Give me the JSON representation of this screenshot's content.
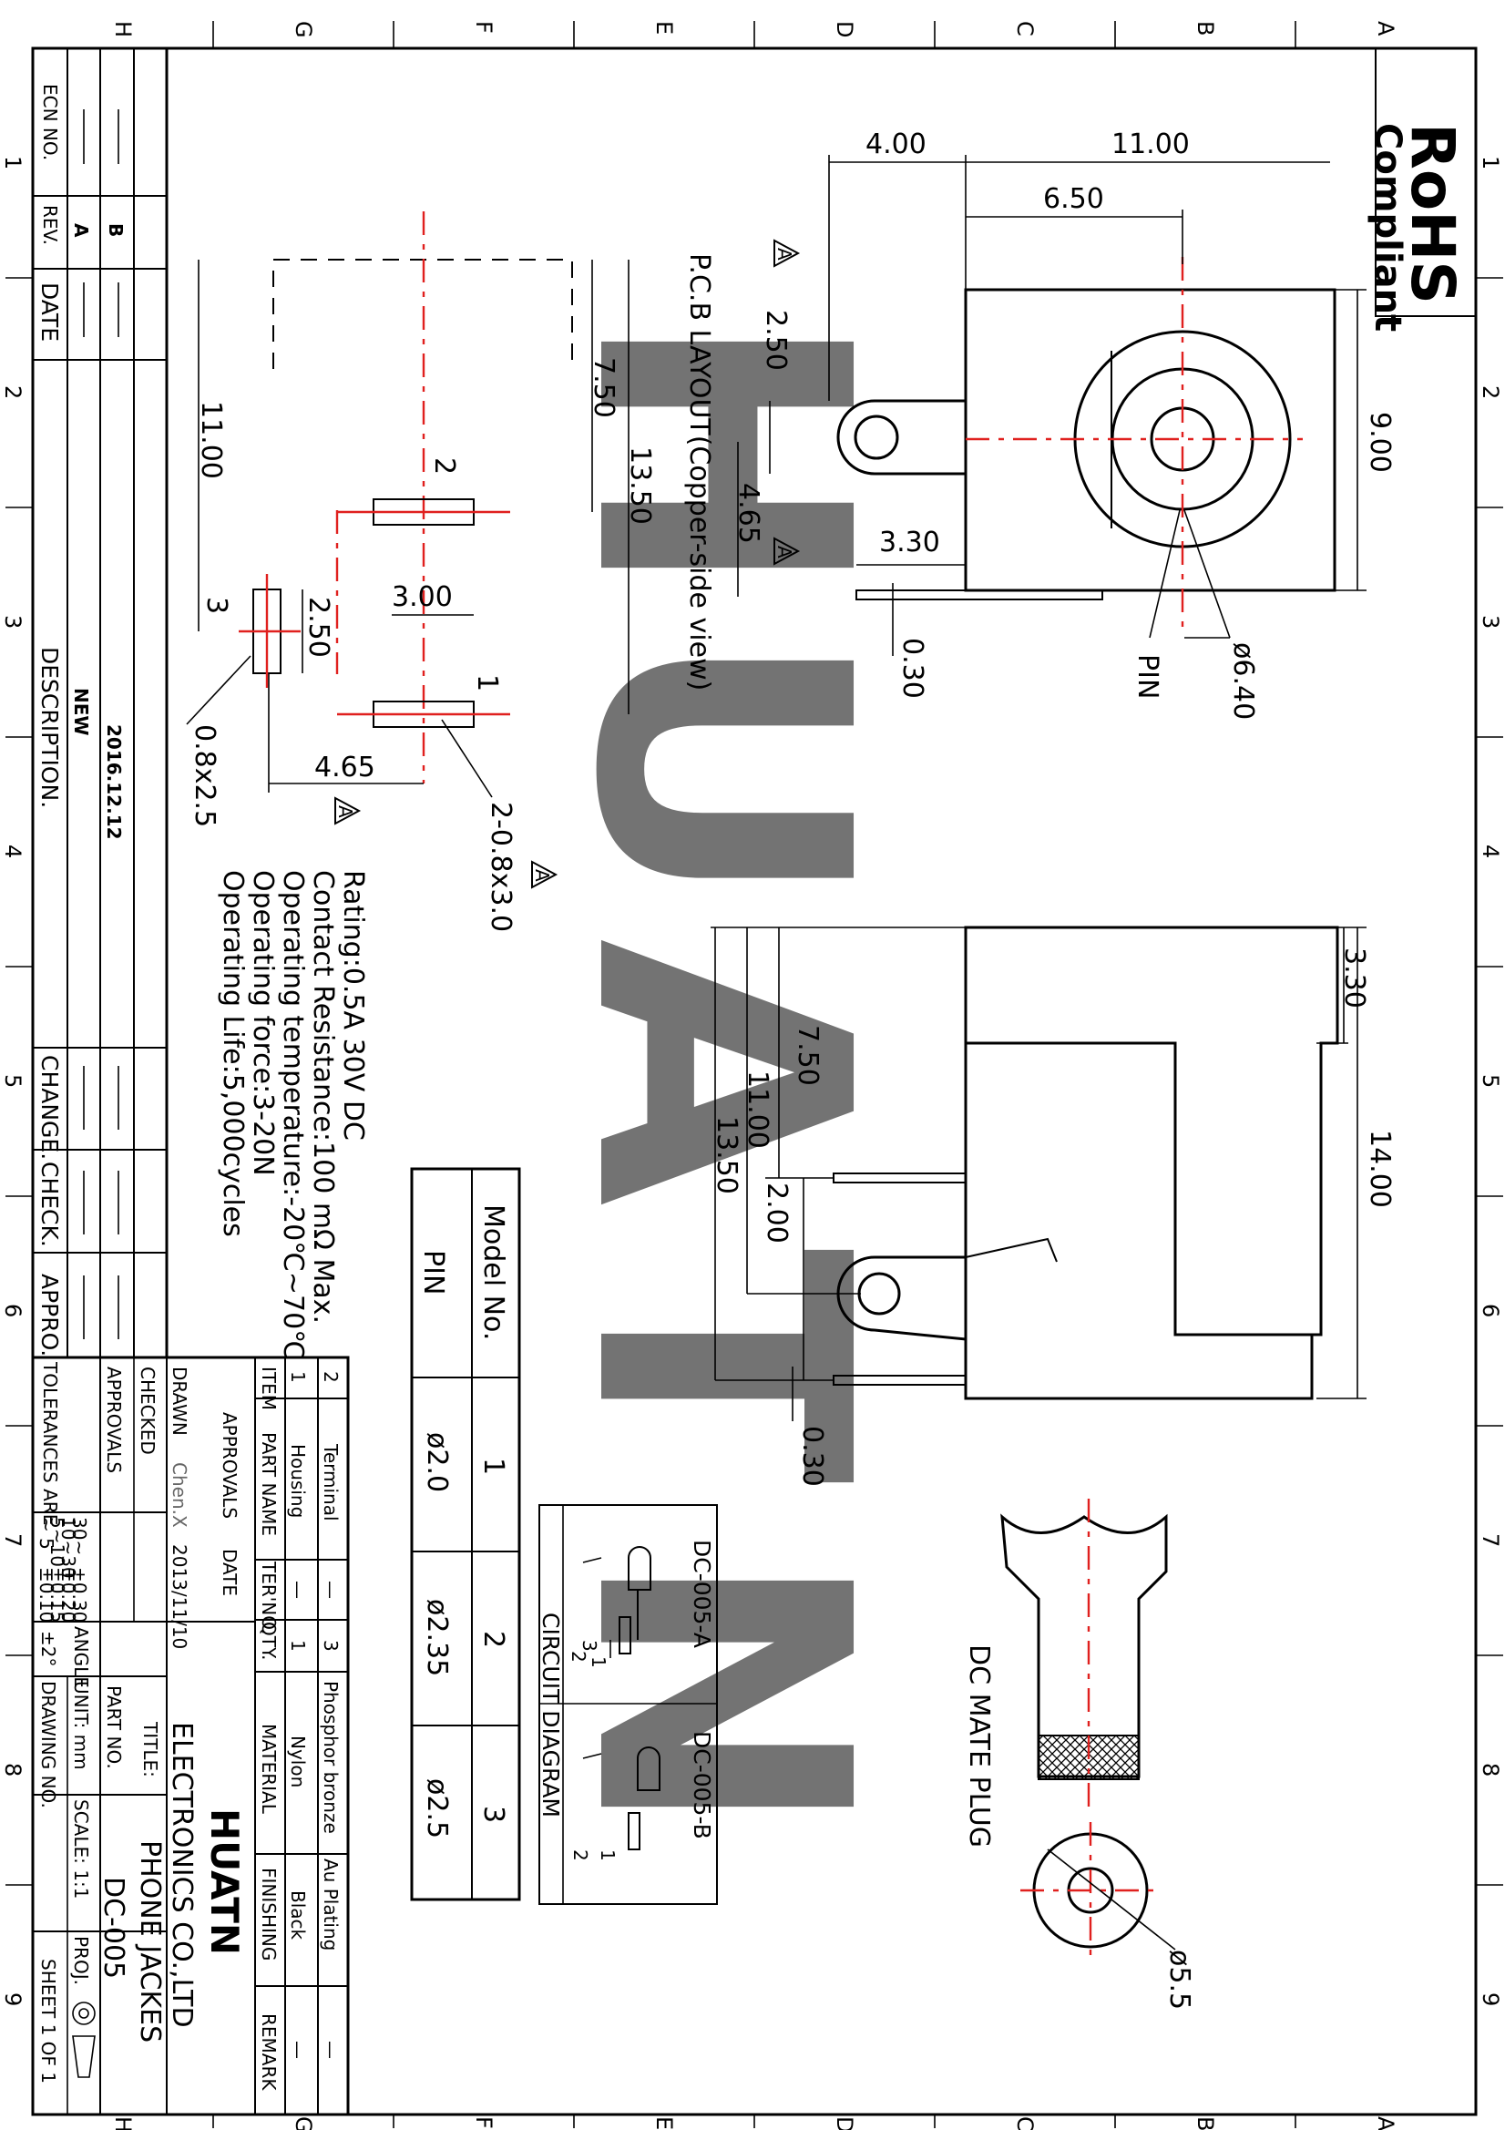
{
  "rohs": {
    "line1": "RoHS",
    "line2": "Compliant"
  },
  "watermark": [
    "H",
    "U",
    "A",
    "T",
    "N"
  ],
  "border": {
    "columns": [
      "1",
      "2",
      "3",
      "4",
      "5",
      "6",
      "7",
      "8",
      "9"
    ],
    "rows": [
      "A",
      "B",
      "C",
      "D",
      "E",
      "F",
      "G",
      "H"
    ]
  },
  "top_view": {
    "dims": {
      "d4_00": "4.00",
      "d11_00": "11.00",
      "d6_50": "6.50",
      "d9_00": "9.00",
      "d2_50": "2.50",
      "d4_65": "4.65",
      "d3_30": "3.30",
      "d0_30": "0.30"
    },
    "labels": {
      "phi640": "ø6.40",
      "pin": "PIN"
    }
  },
  "pcb_layout": {
    "title": "P.C.B LAYOUT(Copper-side view)",
    "dims": {
      "d7_50": "7.50",
      "d13_50": "13.50",
      "d11_00": "11.00",
      "d3_00": "3.00",
      "d2_50": "2.50",
      "d4_65": "4.65",
      "slot_small": "0.8x2.5",
      "slot_large": "2-0.8x3.0"
    },
    "pads": [
      "1",
      "2",
      "3"
    ],
    "rev_mark": "A"
  },
  "side_view": {
    "dims": {
      "d3_30": "3.30",
      "d14_00": "14.00",
      "d7_50": "7.50",
      "d11_00": "11.00",
      "d13_50": "13.50",
      "d2_00": "2.00",
      "d0_30": "0.30"
    }
  },
  "specs": [
    "Rating:0.5A 30V DC",
    "Contact Resistance:100 mΩ Max.",
    "Operating temperature:-20℃~70℃",
    "Operating force:3-20N",
    "Operating Life:5,000cycles"
  ],
  "model_table": {
    "headers": [
      "Model No.",
      "PIN"
    ],
    "columns": [
      "1",
      "2",
      "3"
    ],
    "values": [
      "ø2.0",
      "ø2.35",
      "ø2.5"
    ]
  },
  "circuit": {
    "title": "CIRCUIT DIAGRAM",
    "a_label": "DC-005-A",
    "b_label": "DC-005-B",
    "a_pins": [
      "1",
      "3",
      "2"
    ],
    "b_pins": [
      "1",
      "2"
    ]
  },
  "mate_plug": {
    "label": "DC MATE PLUG",
    "dia": "ø5.5"
  },
  "revisions": {
    "headers": {
      "ecn": "ECN NO.",
      "rev": "REV.",
      "date": "DATE",
      "desc": "DESCRIPTION.",
      "change": "CHANGE.",
      "check": "CHECK.",
      "appro": "APPRO."
    },
    "rows": [
      {
        "rev": "A",
        "desc": "NEW"
      },
      {
        "rev": "B",
        "desc": "2016.12.12"
      }
    ]
  },
  "bom": {
    "headers": [
      "ITEM",
      "PART NAME",
      "TER'NO.",
      "QTY.",
      "MATERIAL",
      "FINISHING",
      "REMARK"
    ],
    "rows": [
      {
        "item": "1",
        "name": "Housing",
        "ter": "—",
        "qty": "1",
        "material": "Nylon",
        "finishing": "Black",
        "remark": "—"
      },
      {
        "item": "2",
        "name": "Terminal",
        "ter": "—",
        "qty": "3",
        "material": "Phosphor bronze",
        "finishing": "Au Plating",
        "remark": "—"
      }
    ]
  },
  "title_block": {
    "approvals": "APPROVALS",
    "date_label": "DATE",
    "drawn_label": "DRAWN",
    "drawn_name": "Chen.X",
    "drawn_date": "2013/11/10",
    "checked_label": "CHECKED",
    "approvals2": "APPROVALS",
    "company": "HUATN",
    "company_full": "ELECTRONICS CO.,LTD",
    "title_label": "TITLE:",
    "title_value": "PHONE JACKES",
    "part_label": "PART NO.",
    "part_value": "DC-005",
    "tol_label": "TOLERANCES ARE",
    "tol_rows": [
      {
        "range": "30~",
        "tol": "±0.30"
      },
      {
        "range": "10~30",
        "tol": "±0.20"
      },
      {
        "range": "5~10",
        "tol": "±0.15"
      },
      {
        "range": "~ 5",
        "tol": "±0.10"
      }
    ],
    "angle_label": "ANGLE",
    "angle_value": "±2°",
    "unit": "UNIT: mm",
    "scale": "SCALE:  1:1",
    "proj": "PROJ.",
    "drawing_no": "DRAWING NO.",
    "sheet": "SHEET   1 OF 1"
  }
}
